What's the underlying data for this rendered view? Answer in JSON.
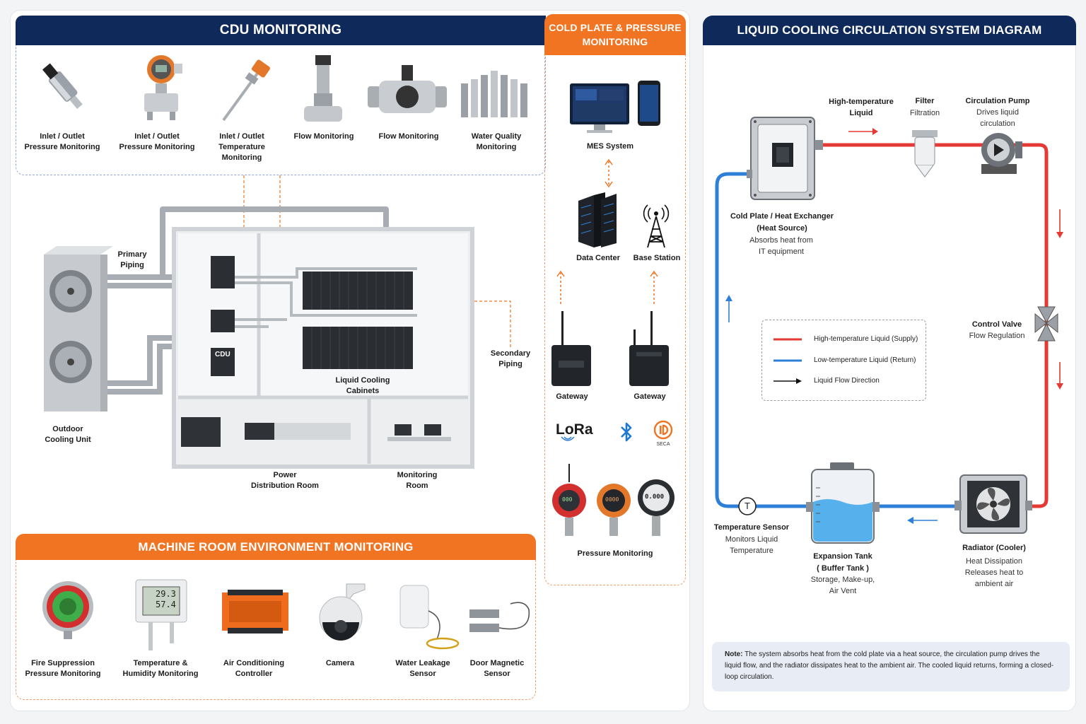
{
  "colors": {
    "navy": "#0f2a5a",
    "orange": "#f07422",
    "hot": "#e53935",
    "cold": "#2d7fd8"
  },
  "cdu": {
    "title": "CDU MONITORING",
    "devices": [
      {
        "label": "Inlet / Outlet\nPressure Monitoring",
        "icon": "pressure-transmitter-icon"
      },
      {
        "label": "Inlet / Outlet\nPressure Monitoring",
        "icon": "differential-pressure-transmitter-icon"
      },
      {
        "label": "Inlet / Outlet\nTemperature\nMonitoring",
        "icon": "temperature-probe-icon"
      },
      {
        "label": "Flow Monitoring",
        "icon": "flow-sensor-icon"
      },
      {
        "label": "Flow Monitoring",
        "icon": "electromagnetic-flowmeter-icon"
      },
      {
        "label": "Water Quality\nMonitoring",
        "icon": "water-quality-probes-icon"
      }
    ]
  },
  "room": {
    "primary_piping": "Primary\nPiping",
    "secondary_piping": "Secondary\nPiping",
    "outdoor_unit": "Outdoor\nCooling Unit",
    "cdu_label": "CDU",
    "cabinets": "Liquid Cooling\nCabinets",
    "power_room": "Power\nDistribution Room",
    "monitoring_room": "Monitoring\nRoom"
  },
  "cold_plate": {
    "title": "COLD PLATE & PRESSURE\nMONITORING",
    "mes": "MES System",
    "data_center": "Data Center",
    "base_station": "Base Station",
    "gateway_left": "Gateway",
    "gateway_right": "Gateway",
    "lora": "LoRa",
    "bluetooth_icon": "bluetooth-icon",
    "seca": "SECA",
    "pressure": "Pressure Monitoring",
    "gauge_left": "000",
    "gauge_mid": "0000",
    "gauge_right": "0.000"
  },
  "env": {
    "title": "MACHINE ROOM ENVIRONMENT MONITORING",
    "devices": [
      {
        "label": "Fire Suppression\nPressure Monitoring",
        "icon": "fire-pressure-gauge-icon"
      },
      {
        "label": "Temperature &\nHumidity Monitoring",
        "icon": "temp-humidity-sensor-icon"
      },
      {
        "label": "Air Conditioning\nController",
        "icon": "ac-controller-icon"
      },
      {
        "label": "Camera",
        "icon": "dome-camera-icon"
      },
      {
        "label": "Water Leakage\nSensor",
        "icon": "water-leak-sensor-icon"
      },
      {
        "label": "Door Magnetic\nSensor",
        "icon": "door-magnetic-sensor-icon"
      }
    ],
    "th_reading_1": "29.3",
    "th_reading_2": "57.4"
  },
  "circ": {
    "title": "LIQUID COOLING CIRCULATION SYSTEM DIAGRAM",
    "hot_liquid": "High-temperature\nLiquid",
    "filter_title": "Filter",
    "filter_desc": "Filtration",
    "pump_title": "Circulation Pump",
    "pump_desc": "Drives liquid\ncirculation",
    "cold_plate_title": "Cold Plate / Heat Exchanger\n(Heat Source)",
    "cold_plate_desc": "Absorbs heat from\nIT equipment",
    "valve_title": "Control Valve",
    "valve_desc": "Flow Regulation",
    "temp_title": "Temperature Sensor",
    "temp_desc": "Monitors Liquid\nTemperature",
    "temp_symbol": "T",
    "tank_title": "Expansion Tank\n( Buffer Tank )",
    "tank_desc": "Storage, Make-up,\nAir Vent",
    "radiator_title": "Radiator (Cooler)",
    "radiator_desc": "Heat Dissipation\nReleases heat to\nambient air",
    "legend": {
      "supply": "High-temperature Liquid (Supply)",
      "return": "Low-temperature Liquid (Return)",
      "direction": "Liquid Flow Direction"
    },
    "note_label": "Note:",
    "note_text": " The system absorbs heat from the cold plate via a heat source, the circulation pump drives the liquid flow, and the radiator dissipates heat to the ambient air. The cooled liquid returns, forming a closed-loop circulation."
  }
}
